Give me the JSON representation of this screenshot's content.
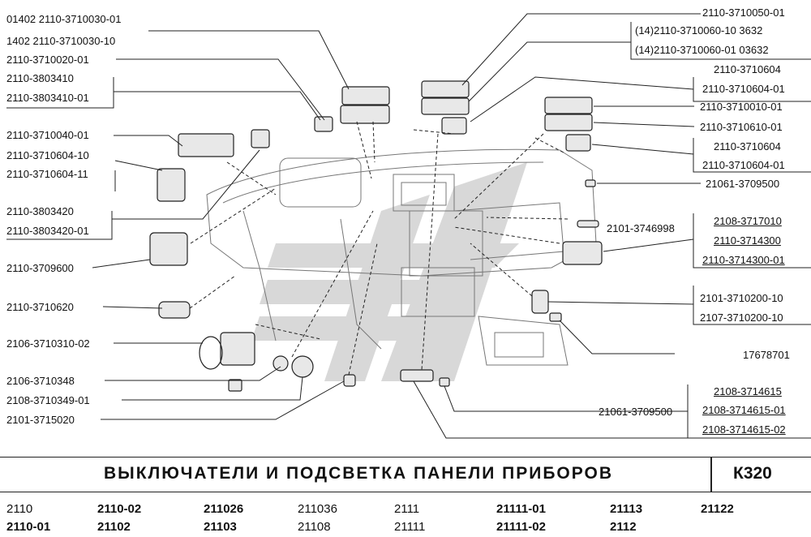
{
  "diagram": {
    "title": "ВЫКЛЮЧАТЕЛИ И ПОДСВЕТКА ПАНЕЛИ ПРИБОРОВ",
    "code": "К320",
    "labels_left": [
      {
        "id": "l1",
        "text": "01402 2110-3710030-01"
      },
      {
        "id": "l2",
        "text": "1402  2110-3710030-10"
      },
      {
        "id": "l3",
        "text": "2110-3710020-01"
      },
      {
        "id": "l4",
        "text": "2110-3803410"
      },
      {
        "id": "l5",
        "text": "2110-3803410-01"
      },
      {
        "id": "l6",
        "text": "2110-3710040-01"
      },
      {
        "id": "l7",
        "text": "2110-3710604-10"
      },
      {
        "id": "l8",
        "text": "2110-3710604-11"
      },
      {
        "id": "l9",
        "text": "2110-3803420"
      },
      {
        "id": "l10",
        "text": "2110-3803420-01"
      },
      {
        "id": "l11",
        "text": "2110-3709600"
      },
      {
        "id": "l12",
        "text": "2110-3710620"
      },
      {
        "id": "l13",
        "text": "2106-3710310-02"
      },
      {
        "id": "l14",
        "text": "2106-3710348"
      },
      {
        "id": "l15",
        "text": "2108-3710349-01"
      },
      {
        "id": "l16",
        "text": "2101-3715020"
      }
    ],
    "labels_right": [
      {
        "id": "r1",
        "text": "2110-3710050-01"
      },
      {
        "id": "r2",
        "text": "(14)2110-3710060-10   3632"
      },
      {
        "id": "r3",
        "text": "(14)2110-3710060-01  03632"
      },
      {
        "id": "r4",
        "text": "2110-3710604"
      },
      {
        "id": "r5",
        "text": "2110-3710604-01"
      },
      {
        "id": "r6",
        "text": "2110-3710010-01"
      },
      {
        "id": "r7",
        "text": "2110-3710610-01"
      },
      {
        "id": "r8",
        "text": "2110-3710604"
      },
      {
        "id": "r9",
        "text": "2110-3710604-01"
      },
      {
        "id": "r10",
        "text": "21061-3709500"
      },
      {
        "id": "r11",
        "text": "2101-3746998"
      },
      {
        "id": "r12",
        "text": "2108-3717010"
      },
      {
        "id": "r13",
        "text": "2110-3714300"
      },
      {
        "id": "r14",
        "text": "2110-3714300-01"
      },
      {
        "id": "r15",
        "text": "2101-3710200-10"
      },
      {
        "id": "r16",
        "text": "2107-3710200-10"
      },
      {
        "id": "r17",
        "text": "17678701"
      },
      {
        "id": "r18",
        "text": "21061-3709500"
      },
      {
        "id": "r19",
        "text": "2108-3714615"
      },
      {
        "id": "r20",
        "text": "2108-3714615-01"
      },
      {
        "id": "r21",
        "text": "2108-3714615-02"
      }
    ],
    "models": [
      {
        "id": "m1",
        "text": "2110",
        "bold": false
      },
      {
        "id": "m2",
        "text": "2110-01",
        "bold": true
      },
      {
        "id": "m3",
        "text": "2110-02",
        "bold": true
      },
      {
        "id": "m4",
        "text": "21102",
        "bold": true
      },
      {
        "id": "m5",
        "text": "211026",
        "bold": true
      },
      {
        "id": "m6",
        "text": "21103",
        "bold": true
      },
      {
        "id": "m7",
        "text": "211036",
        "bold": false
      },
      {
        "id": "m8",
        "text": "21108",
        "bold": false
      },
      {
        "id": "m9",
        "text": "2111",
        "bold": false
      },
      {
        "id": "m10",
        "text": "21111",
        "bold": false
      },
      {
        "id": "m11",
        "text": "21111-01",
        "bold": true
      },
      {
        "id": "m12",
        "text": "21111-02",
        "bold": true
      },
      {
        "id": "m13",
        "text": "21113",
        "bold": true
      },
      {
        "id": "m14",
        "text": "2112",
        "bold": true
      },
      {
        "id": "m15",
        "text": "21122",
        "bold": true
      }
    ]
  }
}
